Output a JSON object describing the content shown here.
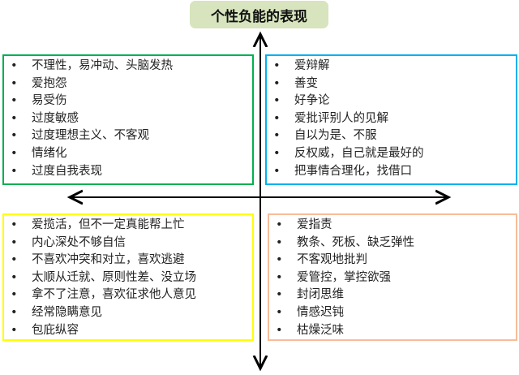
{
  "title": "个性负能的表现",
  "quadrants": {
    "top_left": [
      "不理性，易冲动、头脑发热",
      "爱抱怨",
      "易受伤",
      "过度敏感",
      "过度理想主义、不客观",
      "情绪化",
      "过度自我表现"
    ],
    "top_right": [
      "爱辩解",
      "善变",
      "好争论",
      "爱批评别人的见解",
      "自以为是、不服",
      "反权威，自己就是最好的",
      "把事情合理化，找借口"
    ],
    "bottom_left": [
      "爱揽活，但不一定真能帮上忙",
      "内心深处不够自信",
      "不喜欢冲突和对立，喜欢逃避",
      "太顺从迁就、原则性差、没立场",
      "拿不了注意，喜欢征求他人意见",
      "经常隐瞒意见",
      "包庇纵容"
    ],
    "bottom_right": [
      "爱指责",
      "教条、死板、缺乏弹性",
      "不客观地批判",
      "爱管控，掌控欲强",
      "封闭思维",
      "情感迟钝",
      "枯燥泛味"
    ]
  },
  "colors": {
    "title_bg": "#d7e4bd",
    "top_left": "#00b050",
    "top_right": "#00b0f0",
    "bottom_left": "#ffff00",
    "bottom_right": "#f8bc98"
  }
}
